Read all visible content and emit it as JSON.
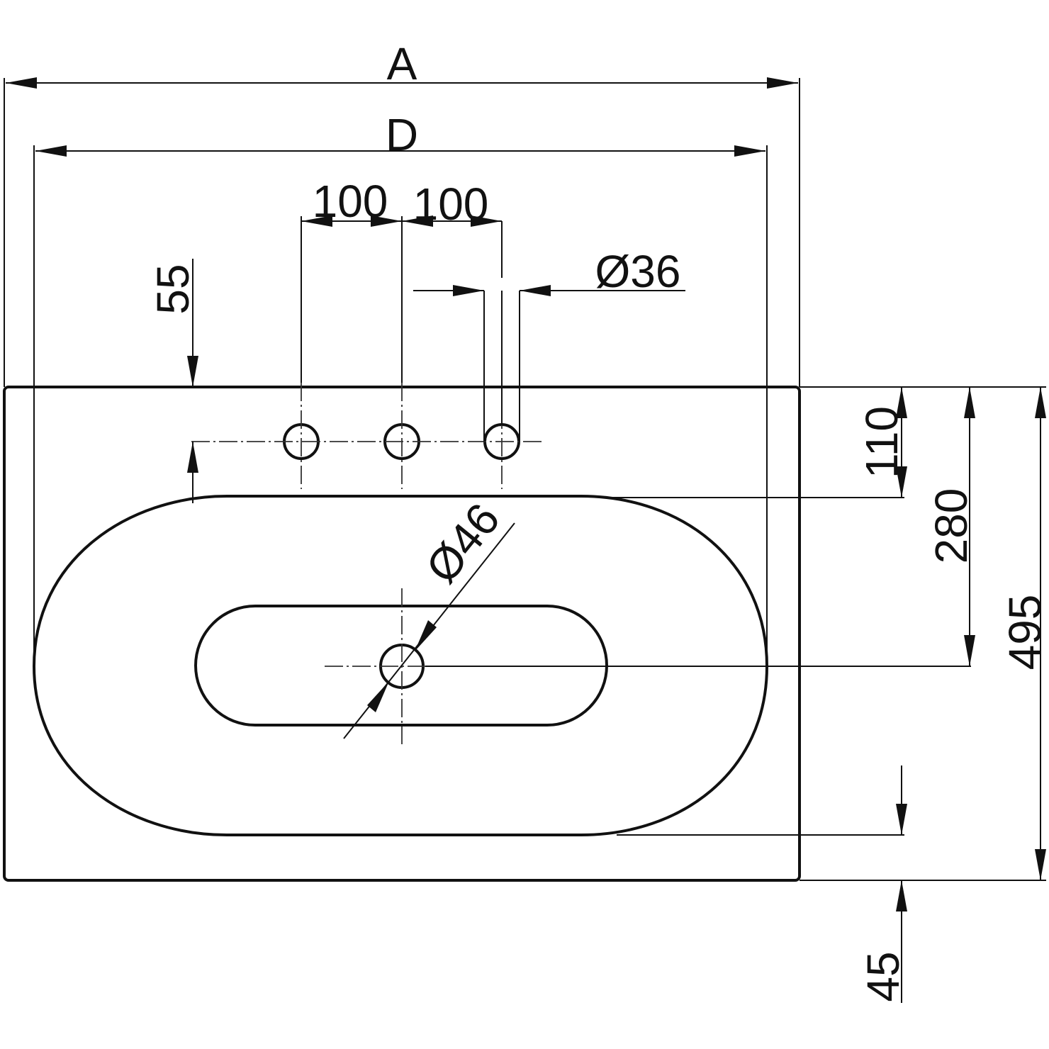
{
  "drawing": {
    "dimensions": {
      "overall_width": "A",
      "inner_width": "D",
      "tap_spacing_left": "100",
      "tap_spacing_right": "100",
      "tap_hole_diameter": "Ø36",
      "tap_hole_offset": "55",
      "top_to_basin": "110",
      "top_to_drain": "280",
      "overall_depth": "495",
      "bottom_margin": "45",
      "drain_diameter": "Ø46"
    },
    "colors": {
      "line": "#111111",
      "background": "#ffffff"
    }
  }
}
